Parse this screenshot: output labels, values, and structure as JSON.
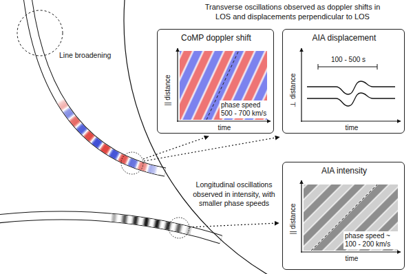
{
  "diagram": {
    "nodes": [
      {
        "text": [
          "CoMP doppler shift",
          "|| distance",
          "time",
          "phase speed 500 - 700 km/s"
        ]
      },
      {
        "text": [
          "AIA displacement",
          "⊥ distance",
          "time",
          "100 - 500 s"
        ]
      },
      {
        "text": [
          "AIA intensity",
          "|| distance",
          "time",
          "phase speed ~ 100 - 200 km/s"
        ]
      }
    ],
    "labels": [
      "Transverse oscillations observed as doppler shifts in LOS and displacements perpendicular to LOS",
      "Line broadening",
      "Longitudinal oscillations observed in intensity, with smaller phase speeds"
    ]
  }
}
